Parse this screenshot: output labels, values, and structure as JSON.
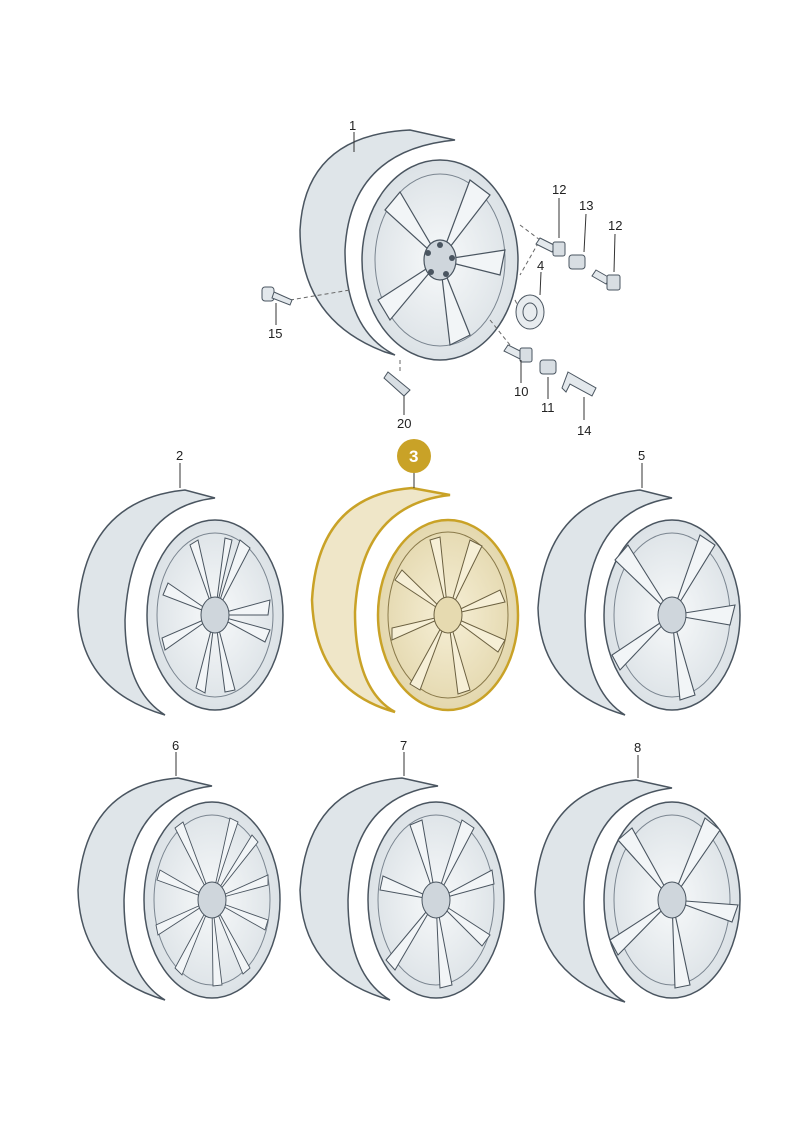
{
  "highlight_color": "#c9a227",
  "wheel_fill": "#e8ecef",
  "wheel_stroke": "#4a5560",
  "highlight_fill": "#efe6c8",
  "callouts": {
    "c1": "1",
    "c2": "2",
    "c3": "3",
    "c4": "4",
    "c5": "5",
    "c6": "6",
    "c7": "7",
    "c8": "8",
    "c10": "10",
    "c11": "11",
    "c12a": "12",
    "c12b": "12",
    "c13": "13",
    "c14": "14",
    "c15": "15",
    "c20": "20"
  }
}
